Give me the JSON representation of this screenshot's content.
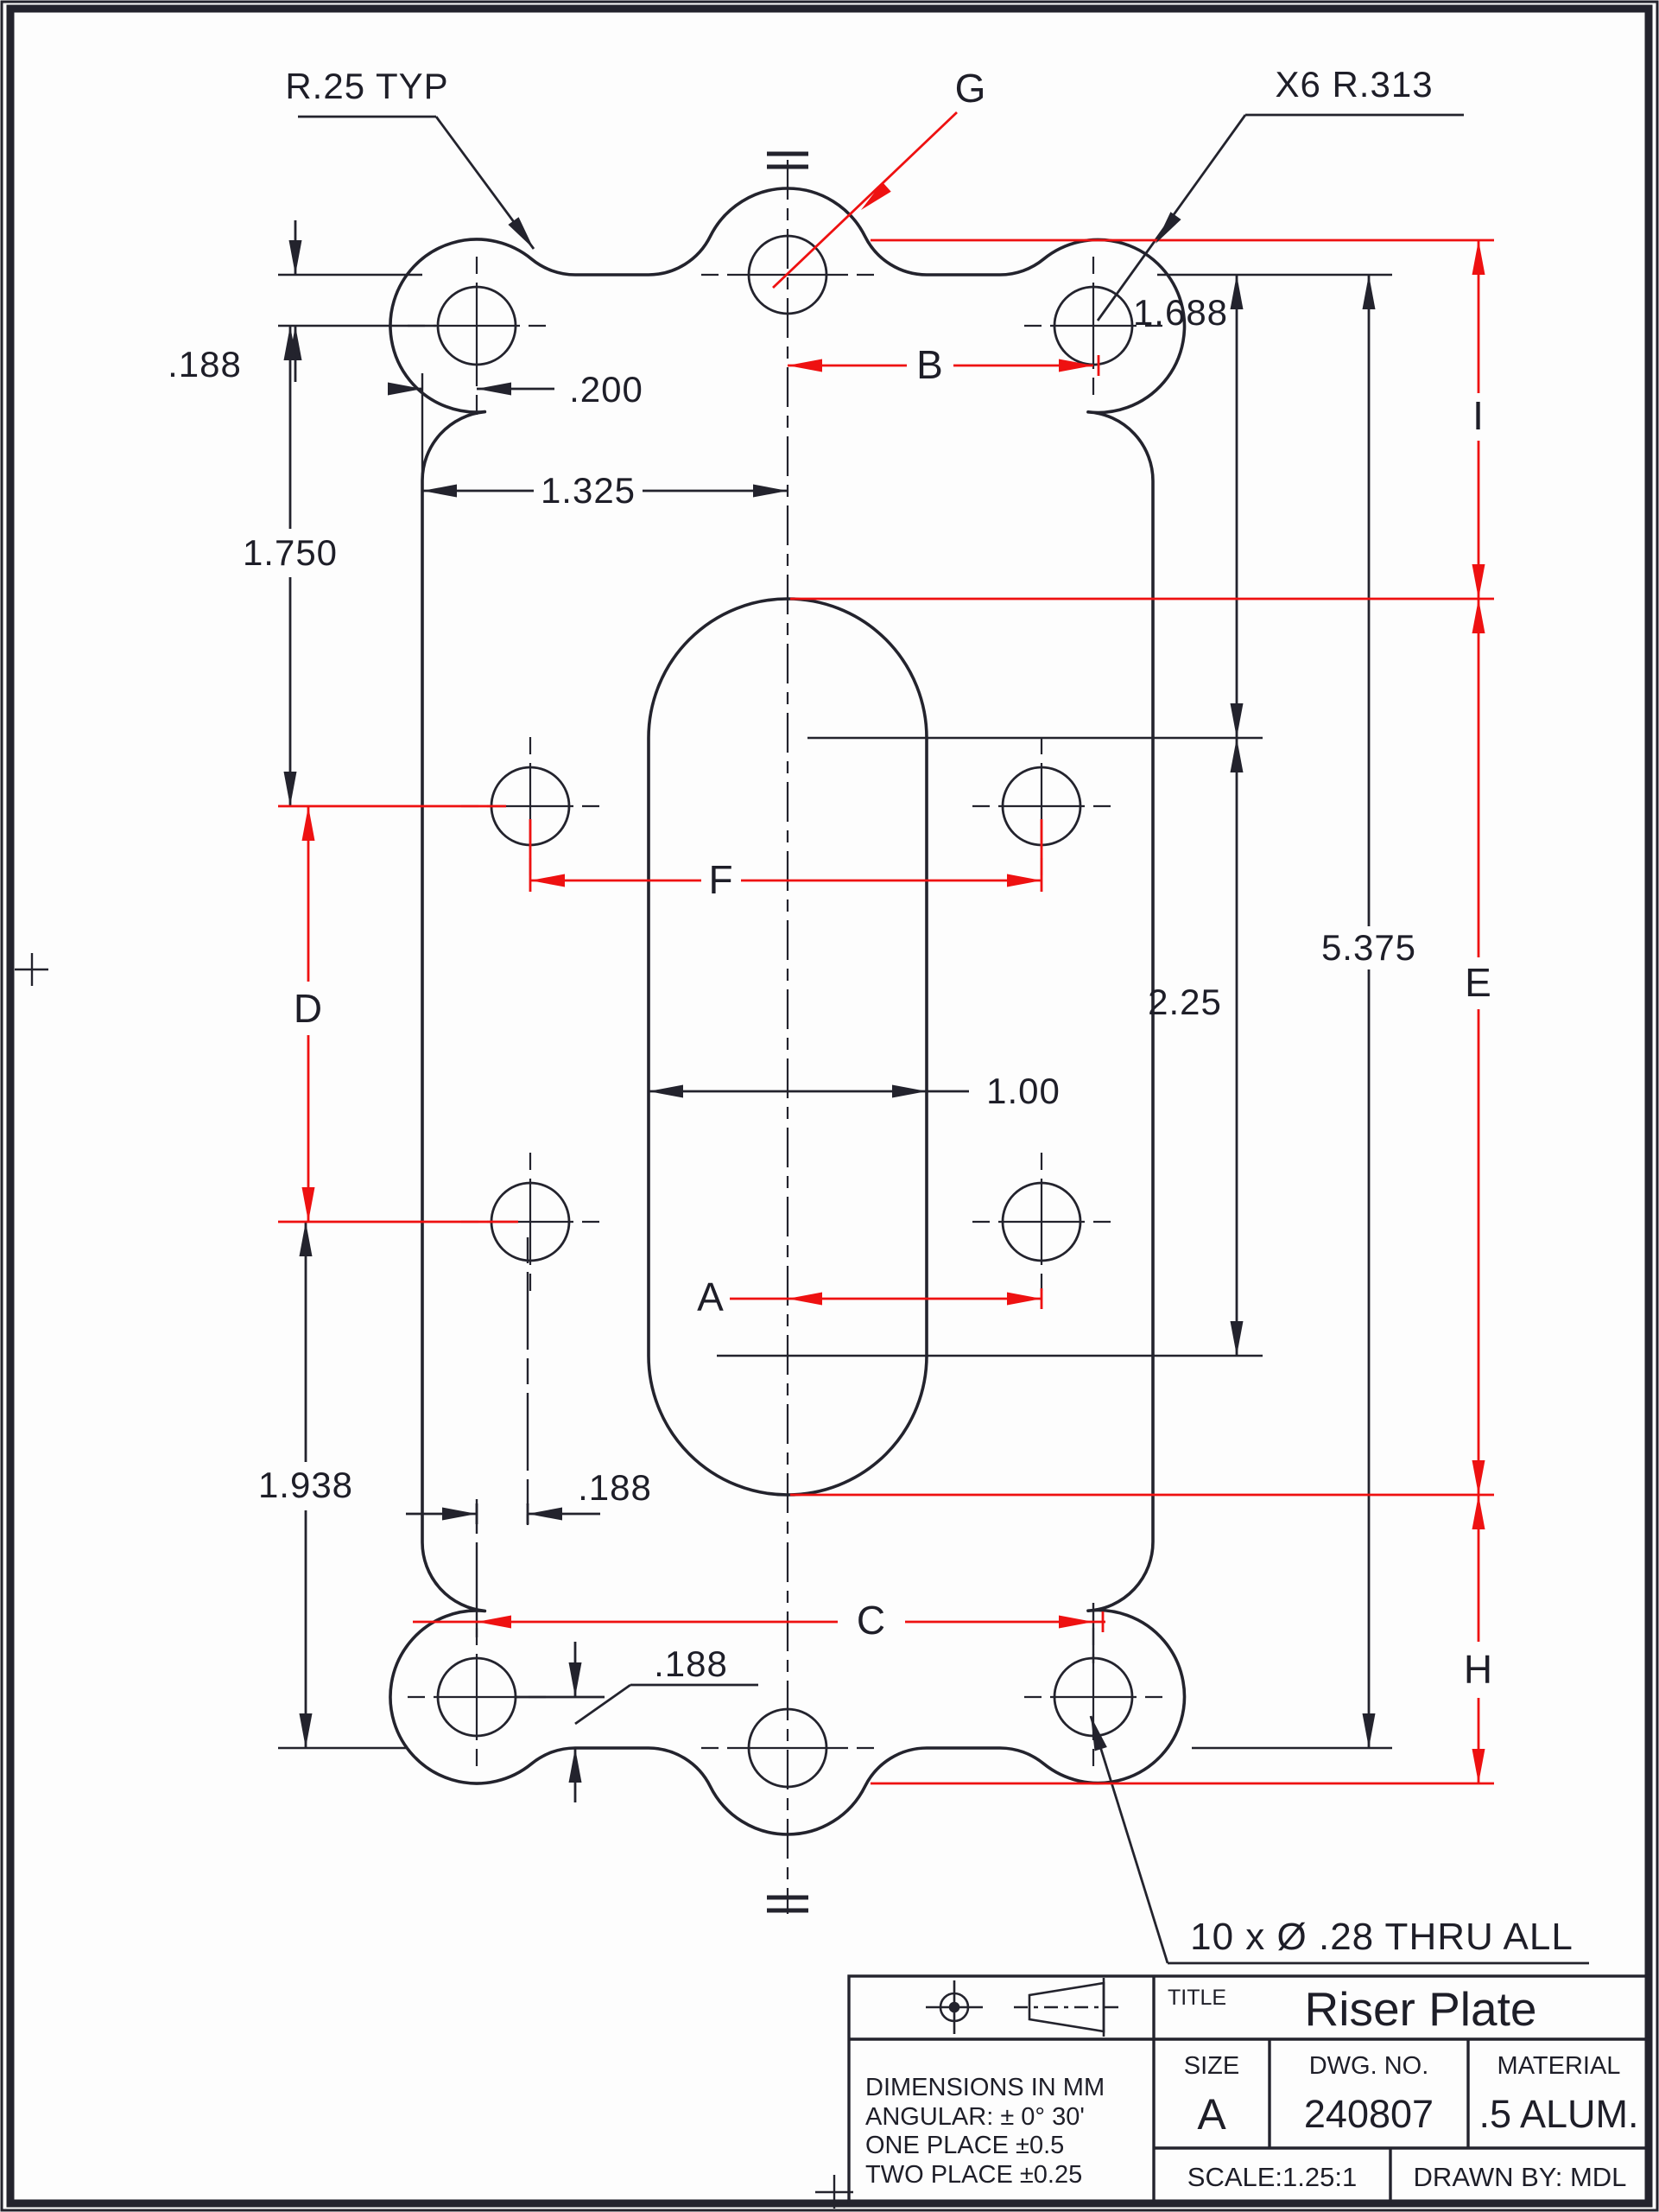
{
  "colors": {
    "line": "#23232d",
    "red": "#ee1111",
    "background": "#fdfdfd"
  },
  "labels": {
    "r25typ": "R.25 TYP",
    "x6r313": "X6 R.313",
    "g": "G",
    "b": "B",
    "a": "A",
    "c": "C",
    "d": "D",
    "e": "E",
    "f": "F",
    "h": "H",
    "i": "I",
    "d188_top": ".188",
    "d200": ".200",
    "d1325": "1.325",
    "d1750": "1.750",
    "d1688": "1.688",
    "d225": "2.25",
    "d5375": "5.375",
    "d100": "1.00",
    "d1938": "1.938",
    "d188_col": ".188",
    "d188_bot": ".188",
    "note": "10 x Ø .28 THRU ALL"
  },
  "title_block": {
    "title_label": "TITLE",
    "title": "Riser Plate",
    "size_label": "SIZE",
    "size": "A",
    "dwg_label": "DWG.  NO.",
    "dwg_no": "240807",
    "material_label": "MATERIAL",
    "material": ".5 ALUM.",
    "scale": "SCALE:1.25:1",
    "drawn_by": "DRAWN BY: MDL",
    "tol1": "DIMENSIONS IN MM",
    "tol2": "ANGULAR: ± 0° 30'",
    "tol3": "ONE PLACE  ±0.5",
    "tol4": "TWO PLACE  ±0.25"
  }
}
